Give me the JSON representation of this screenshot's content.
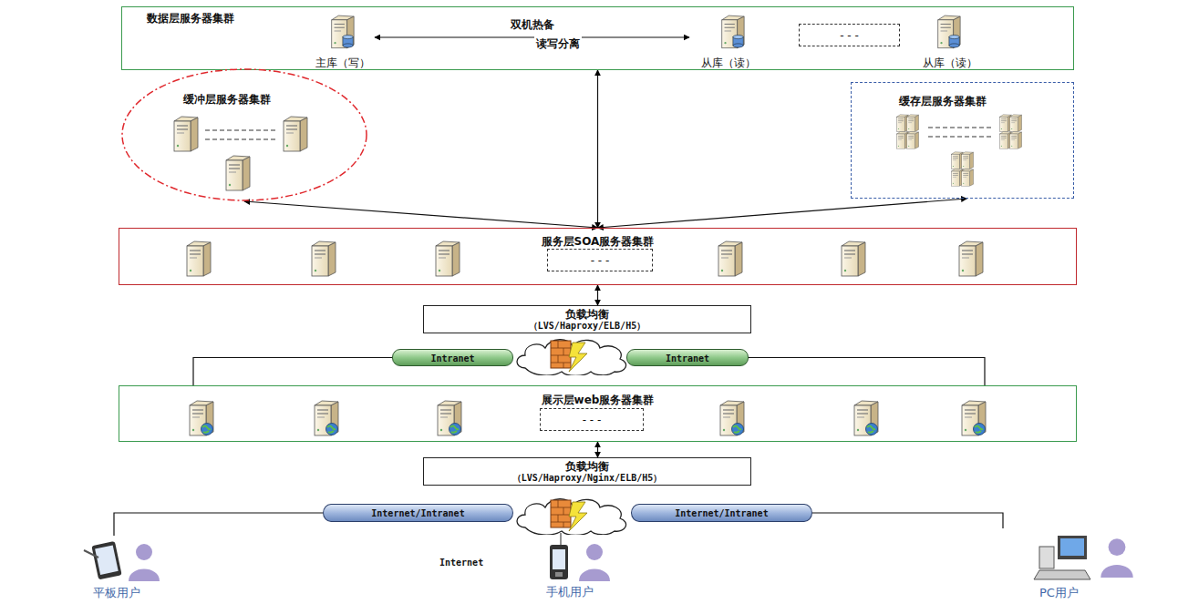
{
  "diagram": {
    "nodes": [
      {
        "text": [
          "数据层服务器集群"
        ]
      },
      {
        "text": [
          "主库（写）"
        ],
        "in": 0
      },
      {
        "text": [
          "从库（读）"
        ],
        "in": 0
      },
      {
        "text": [
          "- - -"
        ],
        "in": 0
      },
      {
        "text": [
          "从库（读）"
        ],
        "in": 0
      },
      {
        "text": [
          "缓冲层服务器集群"
        ]
      },
      {
        "text": [
          "缓存层服务器集群"
        ]
      },
      {
        "text": [
          "服务层SOA服务器集群"
        ]
      },
      {
        "text": [
          "- - -"
        ],
        "in": 7
      },
      {
        "text": [
          "负载均衡",
          "（LVS/Haproxy/ELB/H5）"
        ]
      },
      {
        "text": [
          "Intranet"
        ]
      },
      {
        "text": [
          "Intranet"
        ]
      },
      {
        "text": [
          "展示层web服务器集群"
        ]
      },
      {
        "text": [
          "- - -"
        ],
        "in": 12
      },
      {
        "text": [
          "负载均衡",
          "（LVS/Haproxy/Nginx/ELB/H5）"
        ]
      },
      {
        "text": [
          "Internet/Intranet"
        ]
      },
      {
        "text": [
          "Internet/Intranet"
        ]
      },
      {
        "text": [
          "平板用户"
        ]
      },
      {
        "text": [
          "手机用户"
        ]
      },
      {
        "text": [
          "PC用户"
        ]
      }
    ],
    "edges": [
      {
        "from": 1,
        "to": 2,
        "arrow": "both",
        "label": "双机热备"
      },
      {
        "from": 0,
        "to": 7,
        "arrow": "both"
      },
      {
        "from": 7,
        "to": 5,
        "arrow": "both"
      },
      {
        "from": 7,
        "to": 6,
        "arrow": "both"
      },
      {
        "from": 7,
        "to": 9,
        "arrow": "both"
      },
      {
        "from": 10,
        "to": 12,
        "arrow": "none"
      },
      {
        "from": 11,
        "to": 12,
        "arrow": "none"
      },
      {
        "from": 12,
        "to": 14,
        "arrow": "both"
      },
      {
        "from": 15,
        "to": 17,
        "arrow": "none"
      },
      {
        "from": 16,
        "to": 19,
        "arrow": "none"
      }
    ],
    "labels": [
      "读写分离",
      "Internet"
    ]
  }
}
